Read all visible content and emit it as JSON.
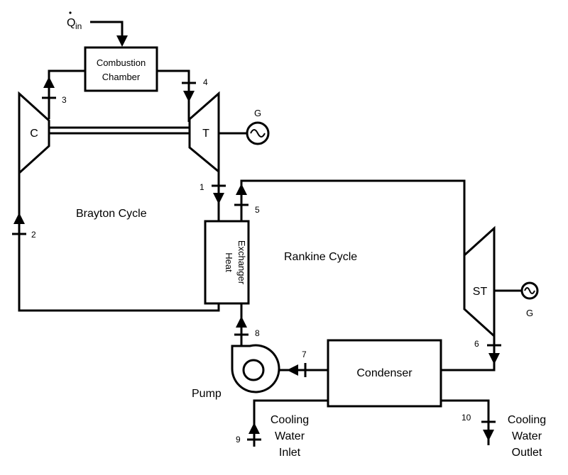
{
  "heat_input": {
    "symbol": "Q",
    "subscript": "in"
  },
  "components": {
    "combustion_chamber": [
      "Combustion",
      "Chamber"
    ],
    "compressor": "C",
    "gas_turbine": "T",
    "steam_turbine": "ST",
    "heat_exchanger": [
      "Heat",
      "Exchanger"
    ],
    "condenser": "Condenser",
    "pump": "Pump",
    "generator": "G"
  },
  "cycles": {
    "brayton": "Brayton Cycle",
    "rankine": "Rankine Cycle"
  },
  "cooling_water": {
    "inlet": [
      "Cooling",
      "Water",
      "Inlet"
    ],
    "outlet": [
      "Cooling",
      "Water",
      "Outlet"
    ]
  },
  "state_points": [
    "1",
    "2",
    "3",
    "4",
    "5",
    "6",
    "7",
    "8",
    "9",
    "10"
  ],
  "icons": {
    "generator": "generator-sine-icon"
  }
}
